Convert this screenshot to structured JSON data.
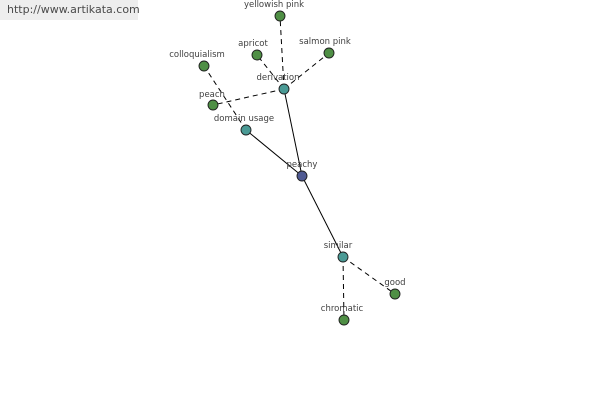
{
  "watermark": "http://www.artikata.com",
  "colors": {
    "center_node": "#4f5a93",
    "relation_node": "#4a9a95",
    "word_node": "#4f8f45",
    "node_stroke": "#1e1e1e",
    "edge": "#000000",
    "label": "#404040"
  },
  "graph": {
    "nodes": [
      {
        "id": "peachy",
        "label": "peachy",
        "kind": "center"
      },
      {
        "id": "derivation",
        "label": "derivation",
        "kind": "relation"
      },
      {
        "id": "domain_usage",
        "label": "domain usage",
        "kind": "relation"
      },
      {
        "id": "similar",
        "label": "similar",
        "kind": "relation"
      },
      {
        "id": "yellowish_pink",
        "label": "yellowish pink",
        "kind": "word"
      },
      {
        "id": "apricot",
        "label": "apricot",
        "kind": "word"
      },
      {
        "id": "salmon_pink",
        "label": "salmon pink",
        "kind": "word"
      },
      {
        "id": "colloquialism",
        "label": "colloquialism",
        "kind": "word"
      },
      {
        "id": "peach",
        "label": "peach",
        "kind": "word"
      },
      {
        "id": "good",
        "label": "good",
        "kind": "word"
      },
      {
        "id": "chromatic",
        "label": "chromatic",
        "kind": "word"
      }
    ],
    "edges": [
      {
        "from": "peachy",
        "to": "derivation",
        "style": "solid"
      },
      {
        "from": "peachy",
        "to": "domain_usage",
        "style": "solid"
      },
      {
        "from": "peachy",
        "to": "similar",
        "style": "solid"
      },
      {
        "from": "derivation",
        "to": "yellowish_pink",
        "style": "dashed"
      },
      {
        "from": "derivation",
        "to": "apricot",
        "style": "dashed"
      },
      {
        "from": "derivation",
        "to": "salmon_pink",
        "style": "dashed"
      },
      {
        "from": "derivation",
        "to": "peach",
        "style": "dashed"
      },
      {
        "from": "domain_usage",
        "to": "colloquialism",
        "style": "dashed"
      },
      {
        "from": "similar",
        "to": "good",
        "style": "dashed"
      },
      {
        "from": "similar",
        "to": "chromatic",
        "style": "dashed"
      }
    ]
  }
}
